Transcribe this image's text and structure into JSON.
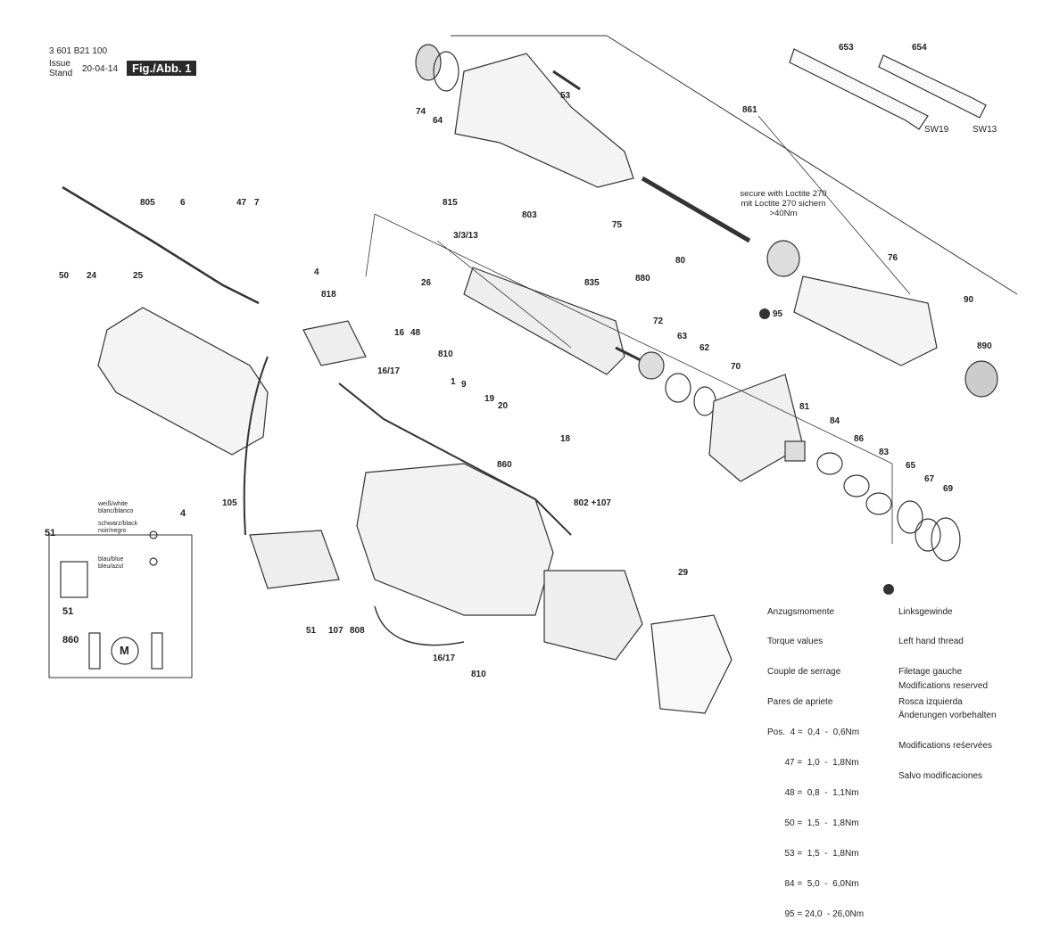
{
  "header": {
    "doc_number": "3 601 B21 100",
    "issue_label": "Issue",
    "stand_label": "Stand",
    "date": "20-04-14",
    "figure_label": "Fig./Abb. 1"
  },
  "callouts": [
    "653",
    "654",
    "861",
    "53",
    "74",
    "64",
    "805",
    "6",
    "47",
    "7",
    "50",
    "24",
    "25",
    "4",
    "818",
    "815",
    "803",
    "3/3/13",
    "26",
    "835",
    "75",
    "80",
    "880",
    "76",
    "95",
    "90",
    "890",
    "16",
    "48",
    "810",
    "16/17",
    "1",
    "9",
    "19",
    "20",
    "72",
    "63",
    "62",
    "70",
    "81",
    "84",
    "86",
    "83",
    "65",
    "67",
    "69",
    "18",
    "860",
    "802 +107",
    "105",
    "29",
    "51",
    "107",
    "808",
    "16/17",
    "810"
  ],
  "tools": {
    "sw19": "SW19",
    "sw13": "SW13"
  },
  "note": {
    "line1": "secure with Loctite 270",
    "line2": "mit Loctite 270 sichern",
    "line3": ">40Nm"
  },
  "wiring": {
    "label_51_left": "51",
    "label_4": "4",
    "white": "weiß/white",
    "white2": "blanc/blanco",
    "black": "schwarz/black",
    "black2": "noir/negro",
    "blue": "blau/blue",
    "blue2": "bleu/azul",
    "label_51_box": "51",
    "label_860": "860",
    "motor": "M"
  },
  "torque": {
    "title1": "Anzugsmomente",
    "title2": "Torque values",
    "title3": "Couple de serrage",
    "title4": "Pares de apriete",
    "rows": [
      "Pos.  4 =  0,4  -  0,6Nm",
      "       47 =  1,0  -  1,8Nm",
      "       48 =  0,8  -  1,1Nm",
      "       50 =  1,5  -  1,8Nm",
      "       53 =  1,5  -  1,8Nm",
      "       84 =  5,0  -  6,0Nm",
      "       95 = 24,0  - 26,0Nm"
    ]
  },
  "thread": {
    "l1": "Linksgewinde",
    "l2": "Left hand thread",
    "l3": "Filetage gauche",
    "l4": "Rosca izquierda"
  },
  "mods": {
    "l1": "Modifications reserved",
    "l2": "Änderungen vorbehalten",
    "l3": "Modifications reśervées",
    "l4": "Salvo modificaciones"
  }
}
